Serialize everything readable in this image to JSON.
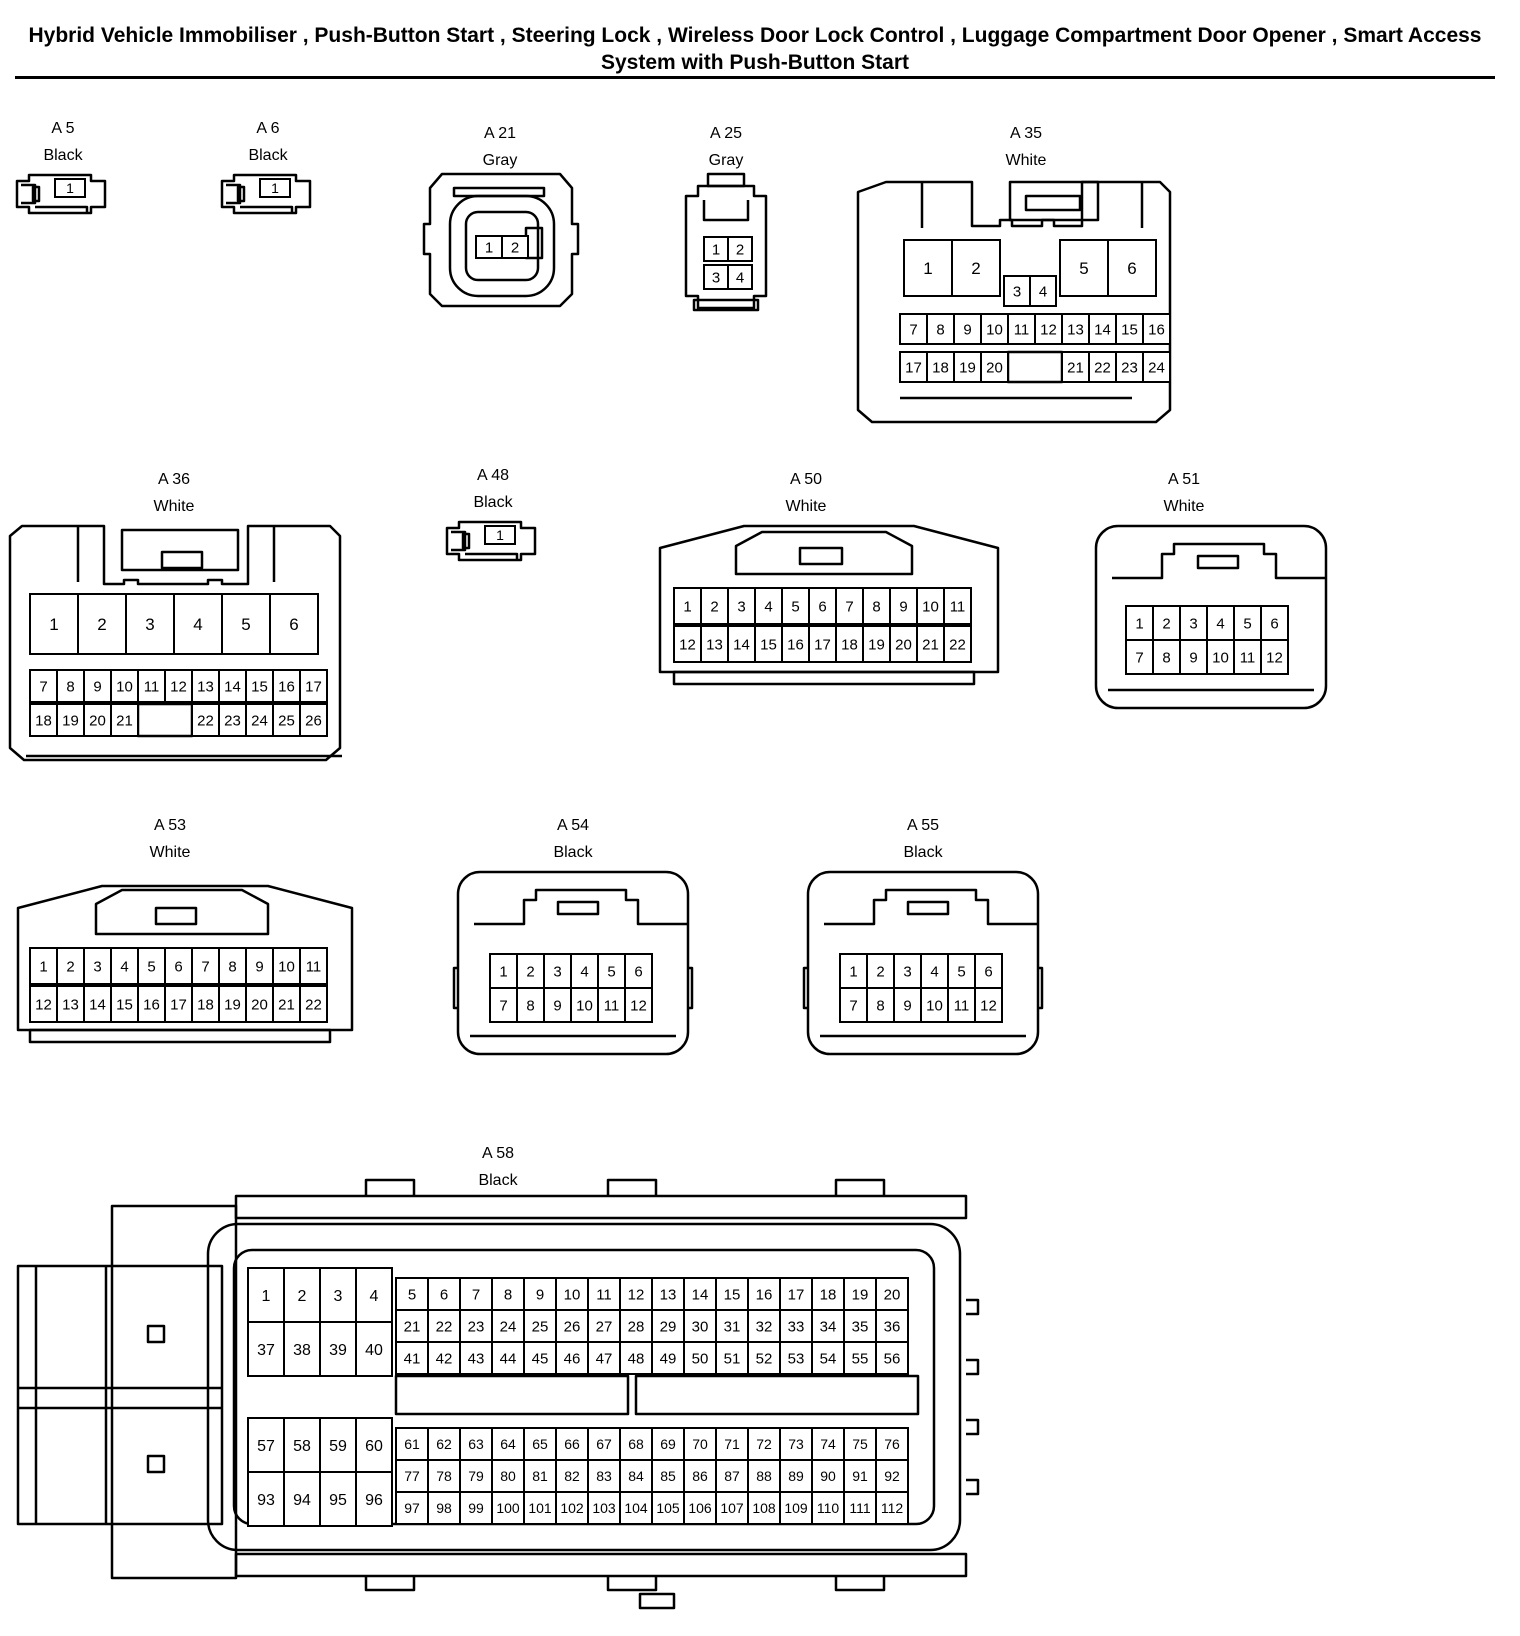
{
  "title": "Hybrid Vehicle Immobiliser , Push-Button Start , Steering Lock , Wireless Door Lock Control , Luggage Compartment Door Opener , Smart Access System with Push-Button Start",
  "connectors": [
    {
      "id": "A5",
      "label": "A 5",
      "color": "Black",
      "pins_top": [
        "1"
      ]
    },
    {
      "id": "A6",
      "label": "A 6",
      "color": "Black",
      "pins_top": [
        "1"
      ]
    },
    {
      "id": "A21",
      "label": "A 21",
      "color": "Gray",
      "pins_top": [
        "1",
        "2"
      ]
    },
    {
      "id": "A25",
      "label": "A 25",
      "color": "Gray",
      "pins_top": [
        "1",
        "2"
      ],
      "pins_bottom": [
        "3",
        "4"
      ]
    },
    {
      "id": "A35",
      "label": "A 35",
      "color": "White",
      "pins_large": [
        "1",
        "2",
        "5",
        "6"
      ],
      "pins_mid": [
        "3",
        "4"
      ],
      "pins_top": [
        "7",
        "8",
        "9",
        "10",
        "11",
        "12",
        "13",
        "14",
        "15",
        "16"
      ],
      "pins_bottom": [
        "17",
        "18",
        "19",
        "20",
        "21",
        "22",
        "23",
        "24"
      ]
    },
    {
      "id": "A36",
      "label": "A 36",
      "color": "White",
      "pins_large": [
        "1",
        "2",
        "3",
        "4",
        "5",
        "6"
      ],
      "pins_top": [
        "7",
        "8",
        "9",
        "10",
        "11",
        "12",
        "13",
        "14",
        "15",
        "16",
        "17"
      ],
      "pins_bottom": [
        "18",
        "19",
        "20",
        "21",
        "22",
        "23",
        "24",
        "25",
        "26"
      ]
    },
    {
      "id": "A48",
      "label": "A 48",
      "color": "Black",
      "pins_top": [
        "1"
      ]
    },
    {
      "id": "A50",
      "label": "A 50",
      "color": "White",
      "pins_top": [
        "1",
        "2",
        "3",
        "4",
        "5",
        "6",
        "7",
        "8",
        "9",
        "10",
        "11"
      ],
      "pins_bottom": [
        "12",
        "13",
        "14",
        "15",
        "16",
        "17",
        "18",
        "19",
        "20",
        "21",
        "22"
      ]
    },
    {
      "id": "A51",
      "label": "A 51",
      "color": "White",
      "pins_top": [
        "1",
        "2",
        "3",
        "4",
        "5",
        "6"
      ],
      "pins_bottom": [
        "7",
        "8",
        "9",
        "10",
        "11",
        "12"
      ]
    },
    {
      "id": "A53",
      "label": "A 53",
      "color": "White",
      "pins_top": [
        "1",
        "2",
        "3",
        "4",
        "5",
        "6",
        "7",
        "8",
        "9",
        "10",
        "11"
      ],
      "pins_bottom": [
        "12",
        "13",
        "14",
        "15",
        "16",
        "17",
        "18",
        "19",
        "20",
        "21",
        "22"
      ]
    },
    {
      "id": "A54",
      "label": "A 54",
      "color": "Black",
      "pins_top": [
        "1",
        "2",
        "3",
        "4",
        "5",
        "6"
      ],
      "pins_bottom": [
        "7",
        "8",
        "9",
        "10",
        "11",
        "12"
      ]
    },
    {
      "id": "A55",
      "label": "A 55",
      "color": "Black",
      "pins_top": [
        "1",
        "2",
        "3",
        "4",
        "5",
        "6"
      ],
      "pins_bottom": [
        "7",
        "8",
        "9",
        "10",
        "11",
        "12"
      ]
    },
    {
      "id": "A58",
      "label": "A 58",
      "color": "Black",
      "pins_left_upper": [
        [
          "1",
          "2",
          "3",
          "4"
        ],
        [
          "37",
          "38",
          "39",
          "40"
        ]
      ],
      "pins_left_lower": [
        [
          "57",
          "58",
          "59",
          "60"
        ],
        [
          "93",
          "94",
          "95",
          "96"
        ]
      ],
      "pins_upper": [
        [
          "5",
          "6",
          "7",
          "8",
          "9",
          "10",
          "11",
          "12",
          "13",
          "14",
          "15",
          "16",
          "17",
          "18",
          "19",
          "20"
        ],
        [
          "21",
          "22",
          "23",
          "24",
          "25",
          "26",
          "27",
          "28",
          "29",
          "30",
          "31",
          "32",
          "33",
          "34",
          "35",
          "36"
        ],
        [
          "41",
          "42",
          "43",
          "44",
          "45",
          "46",
          "47",
          "48",
          "49",
          "50",
          "51",
          "52",
          "53",
          "54",
          "55",
          "56"
        ]
      ],
      "pins_lower": [
        [
          "61",
          "62",
          "63",
          "64",
          "65",
          "66",
          "67",
          "68",
          "69",
          "70",
          "71",
          "72",
          "73",
          "74",
          "75",
          "76"
        ],
        [
          "77",
          "78",
          "79",
          "80",
          "81",
          "82",
          "83",
          "84",
          "85",
          "86",
          "87",
          "88",
          "89",
          "90",
          "91",
          "92"
        ],
        [
          "97",
          "98",
          "99",
          "100",
          "101",
          "102",
          "103",
          "104",
          "105",
          "106",
          "107",
          "108",
          "109",
          "110",
          "111",
          "112"
        ]
      ]
    }
  ]
}
